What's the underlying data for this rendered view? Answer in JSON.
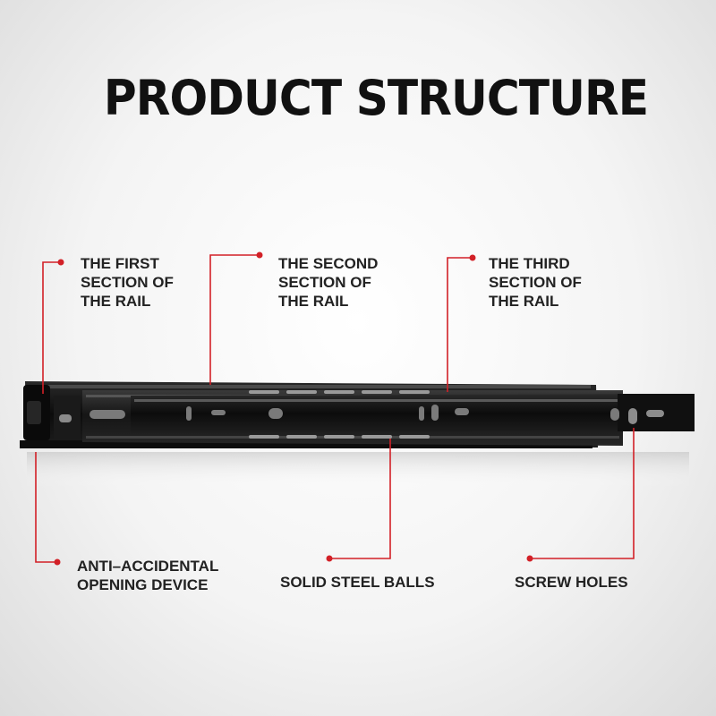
{
  "title": "PRODUCT STRUCTURE",
  "callouts": {
    "first_section": "THE FIRST\nSECTION OF\nTHE RAIL",
    "second_section": "THE SECOND\nSECTION OF\nTHE RAIL",
    "third_section": "THE THIRD\nSECTION OF\nTHE RAIL",
    "anti_accidental": "ANTI–ACCIDENTAL\nOPENING DEVICE",
    "steel_balls": "SOLID STEEL BALLS",
    "screw_holes": "SCREW HOLES"
  },
  "colors": {
    "accent": "#d22027",
    "rail": "#141414",
    "text": "#222222"
  }
}
